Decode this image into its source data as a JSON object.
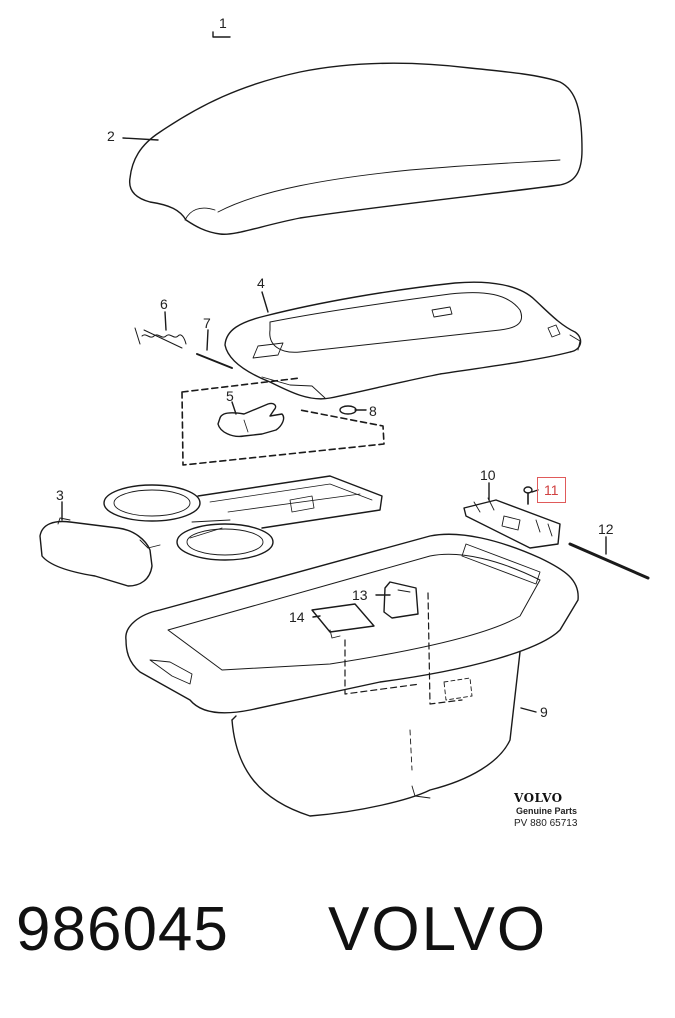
{
  "callouts": [
    "1",
    "2",
    "3",
    "4",
    "5",
    "6",
    "7",
    "8",
    "9",
    "10",
    "11",
    "12",
    "13",
    "14"
  ],
  "highlighted_callout": "11",
  "highlight_color": "#e05a5a",
  "brand": {
    "name": "VOLVO",
    "subtitle": "Genuine Parts",
    "pv": "PV 880  65713"
  },
  "footer": {
    "part_number": "986045",
    "brand": "VOLVO"
  }
}
